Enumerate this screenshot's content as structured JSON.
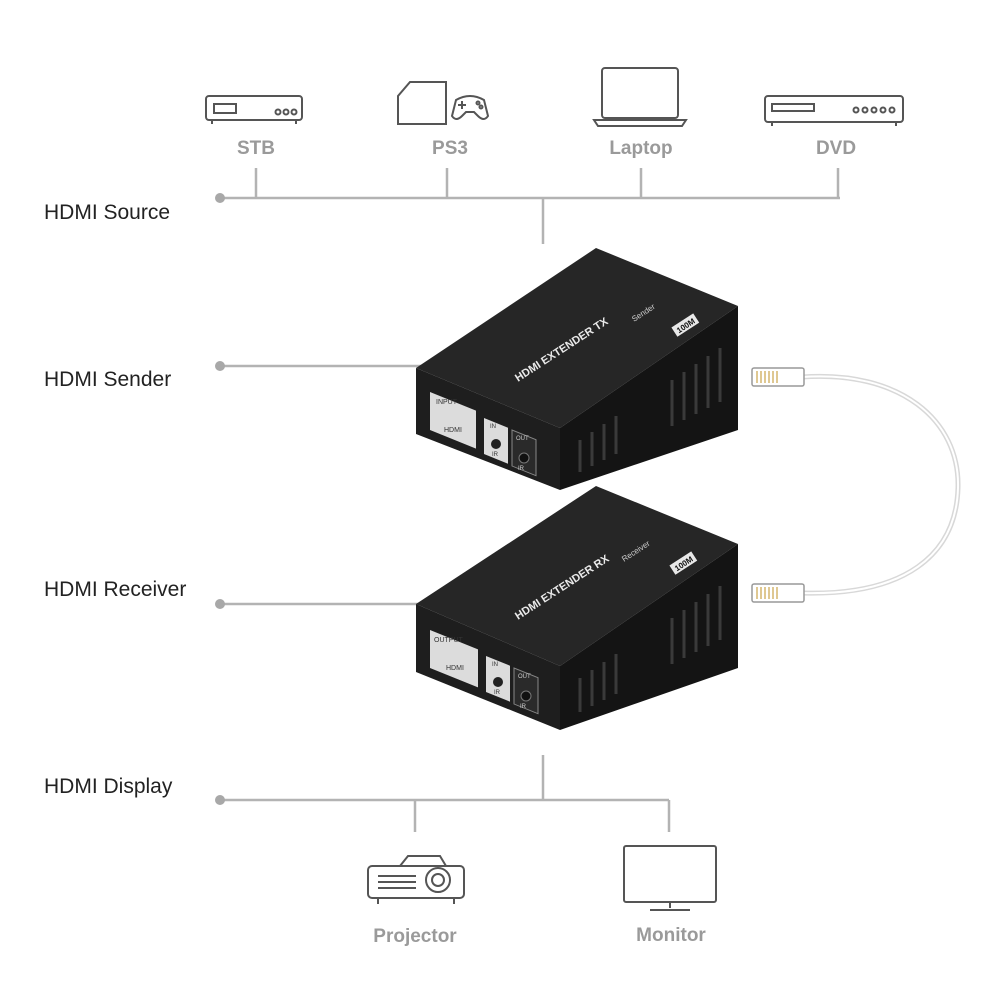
{
  "rows": {
    "source": "HDMI Source",
    "sender": "HDMI Sender",
    "receiver": "HDMI Receiver",
    "display": "HDMI Display"
  },
  "sources": [
    {
      "label": "STB",
      "icon": "set-top-box-icon"
    },
    {
      "label": "PS3",
      "icon": "game-console-icon"
    },
    {
      "label": "Laptop",
      "icon": "laptop-icon"
    },
    {
      "label": "DVD",
      "icon": "dvd-player-icon"
    }
  ],
  "displays": [
    {
      "label": "Projector",
      "icon": "projector-icon"
    },
    {
      "label": "Monitor",
      "icon": "monitor-icon"
    }
  ],
  "sender_box": {
    "brand": "HDMI EXTENDER TX",
    "sub": "Sender",
    "badge": "100M",
    "port_main_top": "INPUT",
    "port_main_bottom": "HDMI",
    "ir_in_top": "IN",
    "ir_in_bottom": "IR",
    "ir_out_top": "OUT",
    "ir_out_bottom": "IR"
  },
  "receiver_box": {
    "brand": "HDMI EXTENDER RX",
    "sub": "Receiver",
    "badge": "100M",
    "port_main_top": "OUTPUT",
    "port_main_bottom": "HDMI",
    "ir_in_top": "IN",
    "ir_in_bottom": "IR",
    "ir_out_top": "OUT",
    "ir_out_bottom": "IR"
  },
  "colors": {
    "line": "#b3b3b3",
    "icon": "#555555",
    "label_gray": "#9a9a9a",
    "box": "#1c1c1c"
  }
}
